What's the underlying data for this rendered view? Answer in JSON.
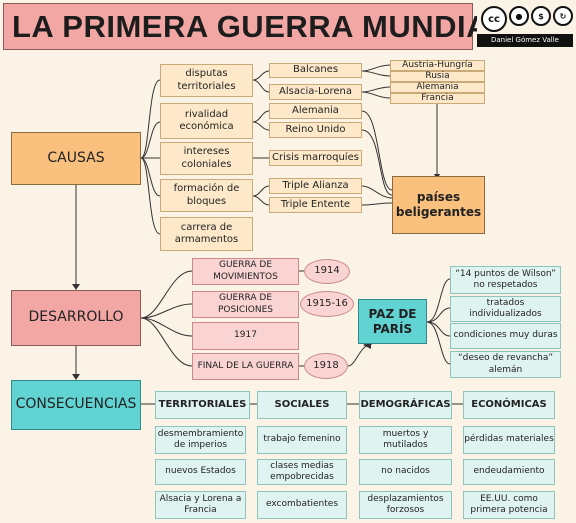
{
  "title": "LA PRIMERA GUERRA MUNDIAL",
  "license": {
    "author": "Daniel Gómez Valle",
    "icons": [
      "cc",
      "by",
      "nc",
      "sa"
    ]
  },
  "causas": {
    "label": "CAUSAS",
    "items": [
      "disputas territoriales",
      "rivalidad económica",
      "intereses coloniales",
      "formación de bloques",
      "carrera de armamentos"
    ],
    "disputas": [
      "Balcanes",
      "Alsacia-Lorena"
    ],
    "disputas_countries": [
      "Austria-Hungría",
      "Rusia",
      "Alemania",
      "Francia"
    ],
    "rivalidad": [
      "Alemania",
      "Reino Unido"
    ],
    "coloniales": [
      "Crisis marroquíes"
    ],
    "bloques": [
      "Triple Alianza",
      "Triple Entente"
    ],
    "paises": "países beligerantes"
  },
  "desarrollo": {
    "label": "DESARROLLO",
    "phases": [
      "GUERRA DE MOVIMIENTOS",
      "GUERRA DE POSICIONES",
      "1917",
      "FINAL DE LA GUERRA"
    ],
    "years": [
      "1914",
      "1915-16",
      "1918"
    ],
    "paz": "PAZ DE PARÍS",
    "paz_items": [
      "“14 puntos de Wilson” no respetados",
      "tratados individualizados",
      "condiciones muy duras",
      "“deseo de revancha” alemán"
    ]
  },
  "consecuencias": {
    "label": "CONSECUENCIAS",
    "columns": [
      {
        "head": "TERRITORIALES",
        "items": [
          "desmembramiento de imperios",
          "nuevos Estados",
          "Alsacia y Lorena a Francia"
        ]
      },
      {
        "head": "SOCIALES",
        "items": [
          "trabajo femenino",
          "clases medias empobrecidas",
          "excombatientes"
        ]
      },
      {
        "head": "DEMOGRÁFICAS",
        "items": [
          "muertos y mutilados",
          "no nacidos",
          "desplazamientos forzosos"
        ]
      },
      {
        "head": "ECONÓMICAS",
        "items": [
          "pérdidas materiales",
          "endeudamiento",
          "EE.UU. como primera potencia"
        ]
      }
    ]
  }
}
